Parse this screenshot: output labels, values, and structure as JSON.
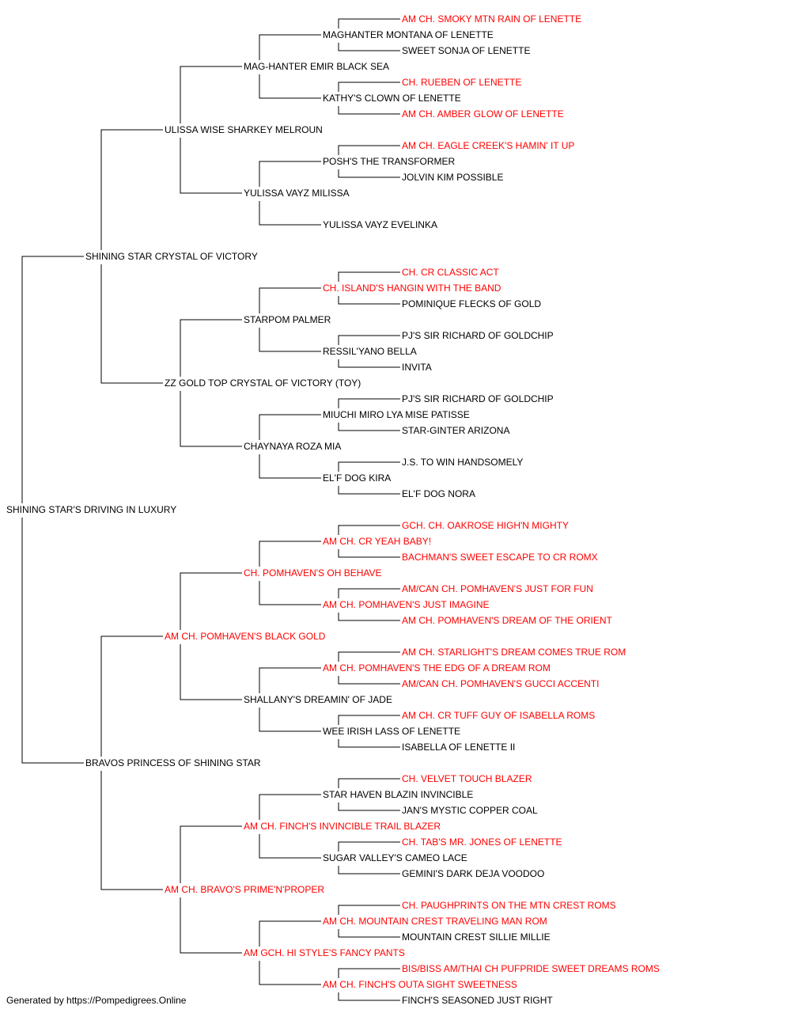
{
  "colors": {
    "champion": "#ff0000",
    "normal": "#000000",
    "line": "#000000"
  },
  "footer": "Generated by https://Pompedigrees.Online",
  "pedigree": {
    "name": "SHINING STAR'S DRIVING IN LUXURY",
    "champion": false,
    "sire": {
      "name": "SHINING STAR CRYSTAL OF VICTORY",
      "champion": false,
      "sire": {
        "name": "ULISSA WISE SHARKEY MELROUN",
        "champion": false,
        "sire": {
          "name": "MAG-HANTER EMIR BLACK SEA",
          "champion": false,
          "sire": {
            "name": "MAGHANTER MONTANA OF LENETTE",
            "champion": false,
            "sire": {
              "name": "AM CH. SMOKY MTN RAIN OF LENETTE",
              "champion": true
            },
            "dam": {
              "name": "SWEET SONJA OF LENETTE",
              "champion": false
            }
          },
          "dam": {
            "name": "KATHY'S CLOWN OF LENETTE",
            "champion": false,
            "sire": {
              "name": "CH. RUEBEN OF LENETTE",
              "champion": true
            },
            "dam": {
              "name": "AM CH. AMBER GLOW OF LENETTE",
              "champion": true
            }
          }
        },
        "dam": {
          "name": "YULISSA VAYZ MILISSA",
          "champion": false,
          "sire": {
            "name": "POSH'S THE TRANSFORMER",
            "champion": false,
            "sire": {
              "name": "AM CH. EAGLE CREEK'S HAMIN' IT UP",
              "champion": true
            },
            "dam": {
              "name": "JOLVIN KIM POSSIBLE",
              "champion": false
            }
          },
          "dam": {
            "name": "YULISSA VAYZ EVELINKA",
            "champion": false
          }
        }
      },
      "dam": {
        "name": "ZZ GOLD TOP CRYSTAL OF VICTORY (TOY)",
        "champion": false,
        "sire": {
          "name": "STARPOM PALMER",
          "champion": false,
          "sire": {
            "name": "CH. ISLAND'S HANGIN WITH THE BAND",
            "champion": true,
            "sire": {
              "name": "CH. CR CLASSIC ACT",
              "champion": true
            },
            "dam": {
              "name": "POMINIQUE FLECKS OF GOLD",
              "champion": false
            }
          },
          "dam": {
            "name": "RESSIL'YANO BELLA",
            "champion": false,
            "sire": {
              "name": "PJ'S SIR RICHARD OF GOLDCHIP",
              "champion": false
            },
            "dam": {
              "name": "INVITA",
              "champion": false
            }
          }
        },
        "dam": {
          "name": "CHAYNAYA ROZA MIA",
          "champion": false,
          "sire": {
            "name": "MIUCHI MIRO LYA MISE PATISSE",
            "champion": false,
            "sire": {
              "name": "PJ'S SIR RICHARD OF GOLDCHIP",
              "champion": false
            },
            "dam": {
              "name": "STAR-GINTER ARIZONA",
              "champion": false
            }
          },
          "dam": {
            "name": "EL'F DOG KIRA",
            "champion": false,
            "sire": {
              "name": "J.S. TO WIN HANDSOMELY",
              "champion": false
            },
            "dam": {
              "name": "EL'F DOG NORA",
              "champion": false
            }
          }
        }
      }
    },
    "dam": {
      "name": "BRAVOS PRINCESS OF SHINING STAR",
      "champion": false,
      "sire": {
        "name": "AM CH. POMHAVEN'S BLACK GOLD",
        "champion": true,
        "sire": {
          "name": "CH. POMHAVEN'S OH BEHAVE",
          "champion": true,
          "sire": {
            "name": "AM CH. CR YEAH BABY!",
            "champion": true,
            "sire": {
              "name": "GCH. CH. OAKROSE HIGH'N MIGHTY",
              "champion": true
            },
            "dam": {
              "name": "BACHMAN'S SWEET ESCAPE TO CR ROMX",
              "champion": true
            }
          },
          "dam": {
            "name": "AM CH. POMHAVEN'S JUST IMAGINE",
            "champion": true,
            "sire": {
              "name": "AM/CAN CH. POMHAVEN'S JUST FOR FUN",
              "champion": true
            },
            "dam": {
              "name": "AM CH. POMHAVEN'S DREAM OF THE ORIENT",
              "champion": true
            }
          }
        },
        "dam": {
          "name": "SHALLANY'S DREAMIN' OF JADE",
          "champion": false,
          "sire": {
            "name": "AM CH. POMHAVEN'S THE EDG OF A DREAM ROM",
            "champion": true,
            "sire": {
              "name": "AM CH. STARLIGHT'S DREAM COMES TRUE ROM",
              "champion": true
            },
            "dam": {
              "name": "AM/CAN CH. POMHAVEN'S GUCCI ACCENTI",
              "champion": true
            }
          },
          "dam": {
            "name": "WEE IRISH LASS OF LENETTE",
            "champion": false,
            "sire": {
              "name": "AM CH. CR TUFF GUY OF ISABELLA ROMS",
              "champion": true
            },
            "dam": {
              "name": "ISABELLA OF LENETTE II",
              "champion": false
            }
          }
        }
      },
      "dam": {
        "name": "AM CH. BRAVO'S PRIME'N'PROPER",
        "champion": true,
        "sire": {
          "name": "AM CH. FINCH'S INVINCIBLE TRAIL BLAZER",
          "champion": true,
          "sire": {
            "name": "STAR HAVEN BLAZIN INVINCIBLE",
            "champion": false,
            "sire": {
              "name": "CH. VELVET TOUCH BLAZER",
              "champion": true
            },
            "dam": {
              "name": "JAN'S MYSTIC COPPER COAL",
              "champion": false
            }
          },
          "dam": {
            "name": "SUGAR VALLEY'S CAMEO LACE",
            "champion": false,
            "sire": {
              "name": "CH. TAB'S MR. JONES OF LENETTE",
              "champion": true
            },
            "dam": {
              "name": "GEMINI'S DARK DEJA VOODOO",
              "champion": false
            }
          }
        },
        "dam": {
          "name": "AM GCH. HI STYLE'S FANCY PANTS",
          "champion": true,
          "sire": {
            "name": "AM CH. MOUNTAIN CREST TRAVELING MAN ROM",
            "champion": true,
            "sire": {
              "name": "CH. PAUGHPRINTS ON THE MTN CREST ROMS",
              "champion": true
            },
            "dam": {
              "name": "MOUNTAIN CREST SILLIE MILLIE",
              "champion": false
            }
          },
          "dam": {
            "name": "AM CH. FINCH'S OUTA SIGHT SWEETNESS",
            "champion": true,
            "sire": {
              "name": "BIS/BISS AM/THAI CH PUFPRIDE SWEET DREAMS ROMS",
              "champion": true
            },
            "dam": {
              "name": "FINCH'S SEASONED JUST RIGHT",
              "champion": false
            }
          }
        }
      }
    }
  }
}
